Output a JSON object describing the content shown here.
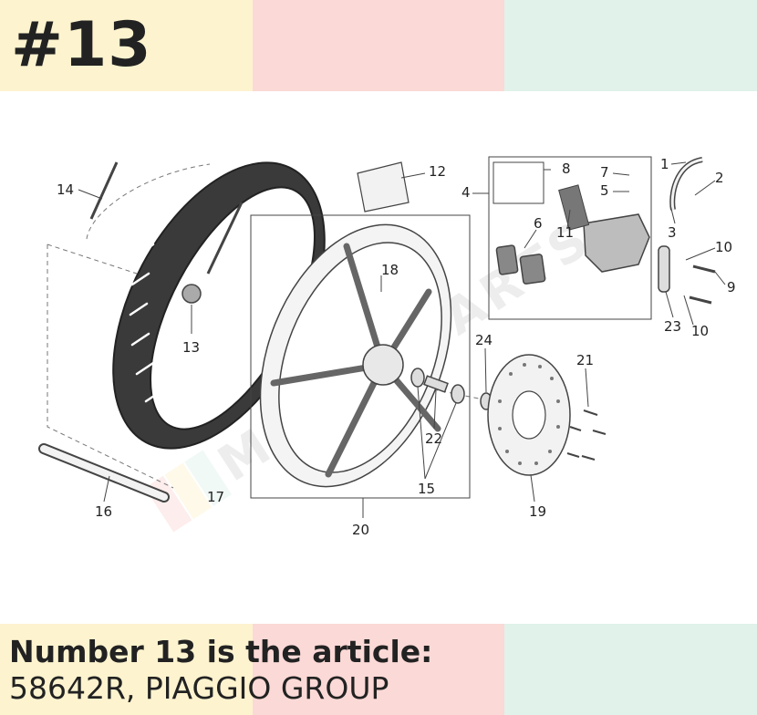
{
  "header": {
    "number": "#13"
  },
  "caption": {
    "line1": "Number 13 is the article:",
    "line2": "58642R, PIAGGIO GROUP"
  },
  "colors": {
    "band_yellow": "#fdf3cf",
    "band_pink": "#fbd9d6",
    "band_green": "#e0f2ea",
    "text": "#222222"
  },
  "diagram": {
    "callouts": [
      "1",
      "2",
      "3",
      "4",
      "5",
      "6",
      "7",
      "8",
      "9",
      "10",
      "10",
      "11",
      "12",
      "13",
      "14",
      "15",
      "16",
      "17",
      "18",
      "19",
      "20",
      "21",
      "22",
      "23",
      "24"
    ],
    "watermark_icon": "watermark-logo-icon"
  }
}
